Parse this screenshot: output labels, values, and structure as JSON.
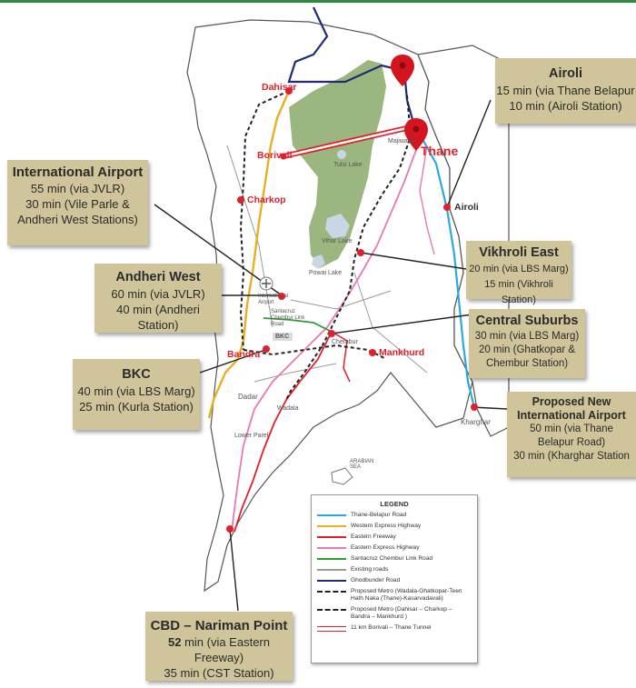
{
  "colors": {
    "thane_belapur_road": "#29a9e0",
    "western_express_highway": "#e8b020",
    "eastern_freeway": "#e0202a",
    "eastern_express_highway": "#e879b8",
    "santacruz_chembur_link_road": "#2e9a3a",
    "existing_roads": "#9a9a9a",
    "ghodbunder_road": "#1f2a7a",
    "park": "#9bb77f",
    "callout": "#cfc49a",
    "marker": "#e0202a"
  },
  "callouts": {
    "airoli": {
      "title": "Airoli",
      "lines": [
        "15 min (via Thane Belapur",
        "10 min (Airoli Station)"
      ]
    },
    "international_airport": {
      "title": "International Airport",
      "lines": [
        "55 min (via JVLR)",
        "30 min (Vile Parle &",
        "Andheri West Stations)"
      ]
    },
    "vikhroli_east": {
      "title": "Vikhroli East",
      "lines": [
        "20 min (via LBS Marg)",
        "15 min (Vikhroli Station)"
      ]
    },
    "andheri_west": {
      "title": "Andheri West",
      "lines": [
        "60 min (via JVLR)",
        "40 min (Andheri Station)"
      ]
    },
    "central_suburbs": {
      "title": "Central Suburbs",
      "lines": [
        "30 min (via LBS Marg)",
        "20 min (Ghatkopar &",
        "Chembur Station)"
      ]
    },
    "bkc": {
      "title": "BKC",
      "lines": [
        "40 min (via LBS Marg)",
        "25 min (Kurla Station)"
      ]
    },
    "proposed_new_airport": {
      "title_1": "Proposed New",
      "title_2": "International Airport",
      "lines": [
        "50 min (via Thane",
        "Belapur Road)",
        "30 min (Kharghar Station"
      ]
    },
    "cbd": {
      "title": "CBD – Nariman Point",
      "line1_bold": "52",
      "line1_rest": " min (via Eastern Freeway)",
      "line2": "35 min (CST Station)"
    }
  },
  "places": {
    "dahisar": "Dahisar",
    "borivali": "Borivali",
    "thane": "Thane",
    "airoli": "Airoli",
    "charkop": "Charkop",
    "bandra": "Bandra",
    "mankhurd": "Mankhurd",
    "kharghar": "Kharghar",
    "majiwada": "Majiwada",
    "tulsi_lake": "Tulsi Lake",
    "vihar_lake": "Vihar Lake",
    "powai_lake": "Powai Lake",
    "chembur": "Chembur",
    "dadar": "Dadar",
    "wadala": "Wadala",
    "lower_parel": "Lower Parel",
    "bkc_label": "BKC",
    "intl_airport_label": "International Airport",
    "scl_road_label": "Santacruz Chembur Link Road",
    "arabian_sea": "ARABIAN SEA"
  },
  "legend": {
    "title": "LEGEND",
    "items": [
      {
        "label": "Thane-Belapur Road"
      },
      {
        "label": "Western Express Highway"
      },
      {
        "label": "Eastern Freeway"
      },
      {
        "label": "Eastern Express Highway"
      },
      {
        "label": "Santacruz Chembur Link Road"
      },
      {
        "label": "Existing roads"
      },
      {
        "label": "Ghodbunder Road"
      },
      {
        "label": "Proposed Metro (Wadala-Ghatkopar-Teen Hath Naka (Thane)-Kasarvadavali)"
      },
      {
        "label": "Proposed Metro (Dahisar – Charkop – Bandra – Mankhurd )"
      },
      {
        "label": "11 km Borivali – Thane Tunnel"
      }
    ]
  }
}
